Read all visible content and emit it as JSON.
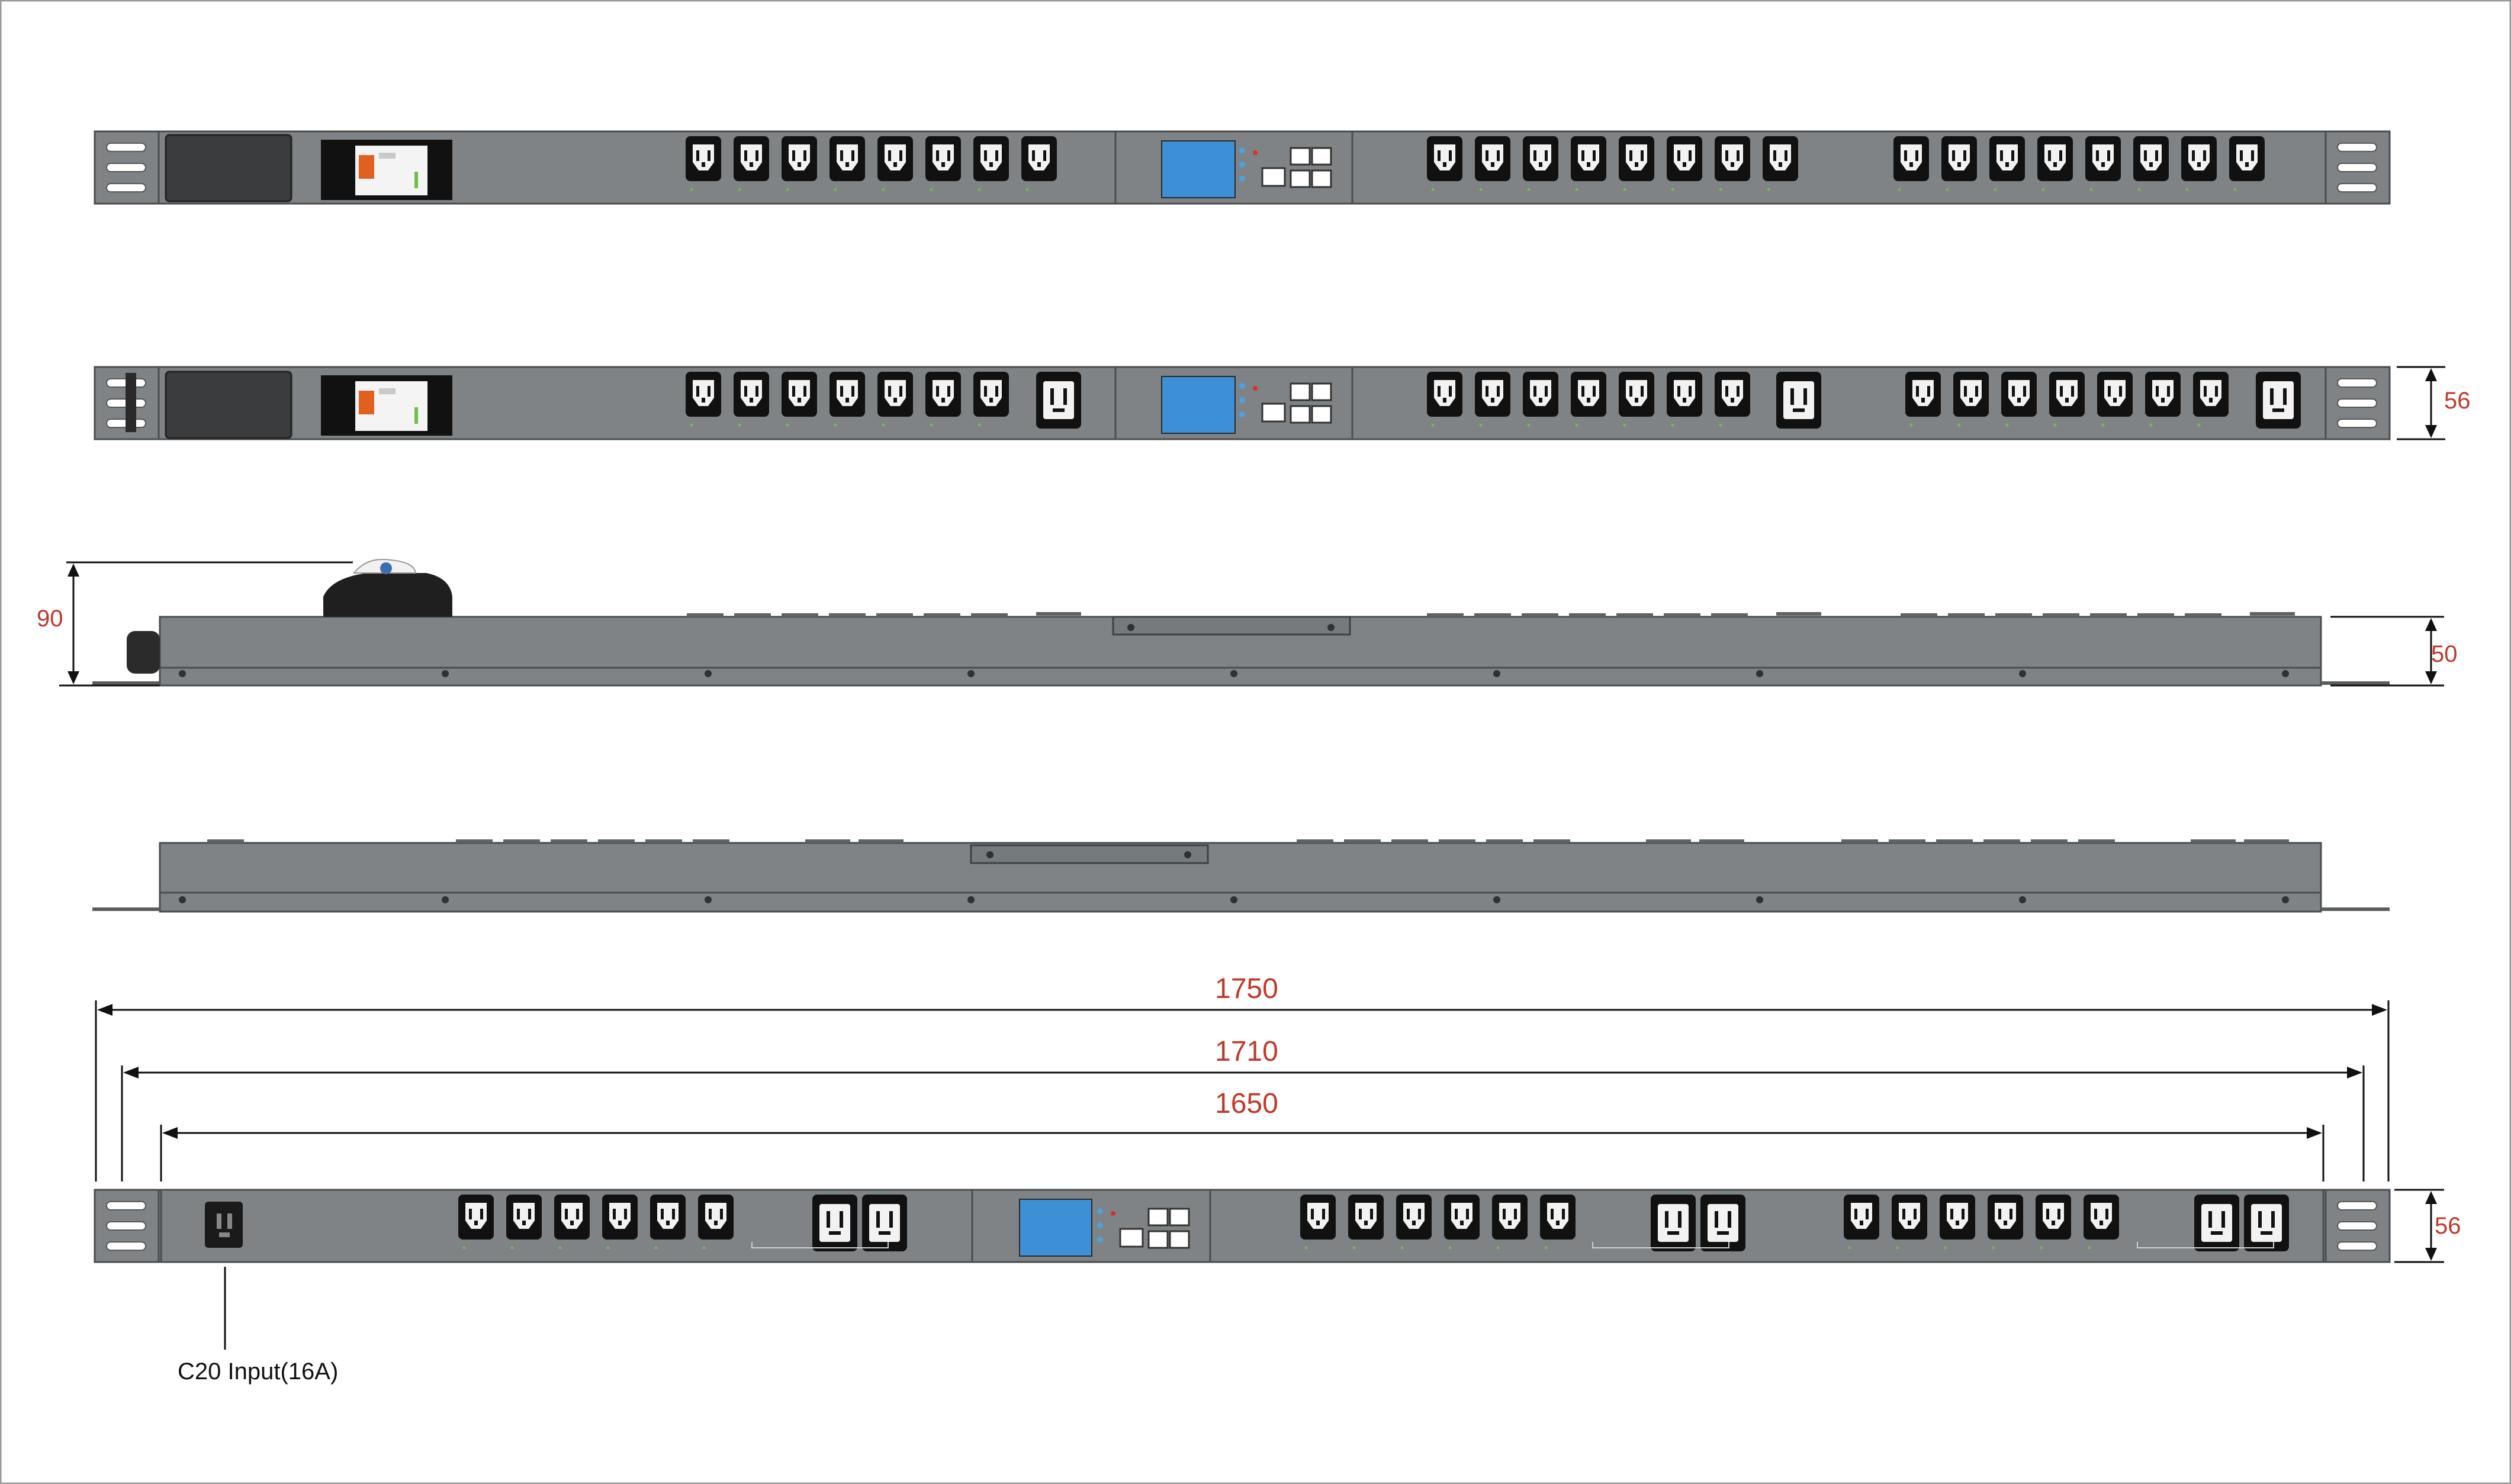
{
  "dimensions": {
    "overall_length": "1750",
    "mount_length": "1710",
    "body_length": "1650",
    "front_height": "56",
    "side_height_with_breaker": "90",
    "side_body_height": "50",
    "bottom_view_height": "56"
  },
  "callouts": {
    "input_label": "C20 Input(16A)"
  },
  "colors": {
    "chassis": "#7f8385",
    "chassis_dark": "#6a6e70",
    "outline": "#4a4d4f",
    "outlet_black": "#111111",
    "display_blue": "#3d8fd6",
    "dimension_red": "#c0392b",
    "led_blue": "#4aa3e0",
    "led_red": "#d9302b",
    "led_green": "#6fbf4a"
  },
  "icons": {
    "outlet_c13": "c13-outlet-icon",
    "outlet_c19": "c19-outlet-icon",
    "display": "lcd-display-icon",
    "breaker": "circuit-breaker-icon",
    "network_ports": "rj45-port-icon",
    "input": "c20-inlet-icon"
  }
}
